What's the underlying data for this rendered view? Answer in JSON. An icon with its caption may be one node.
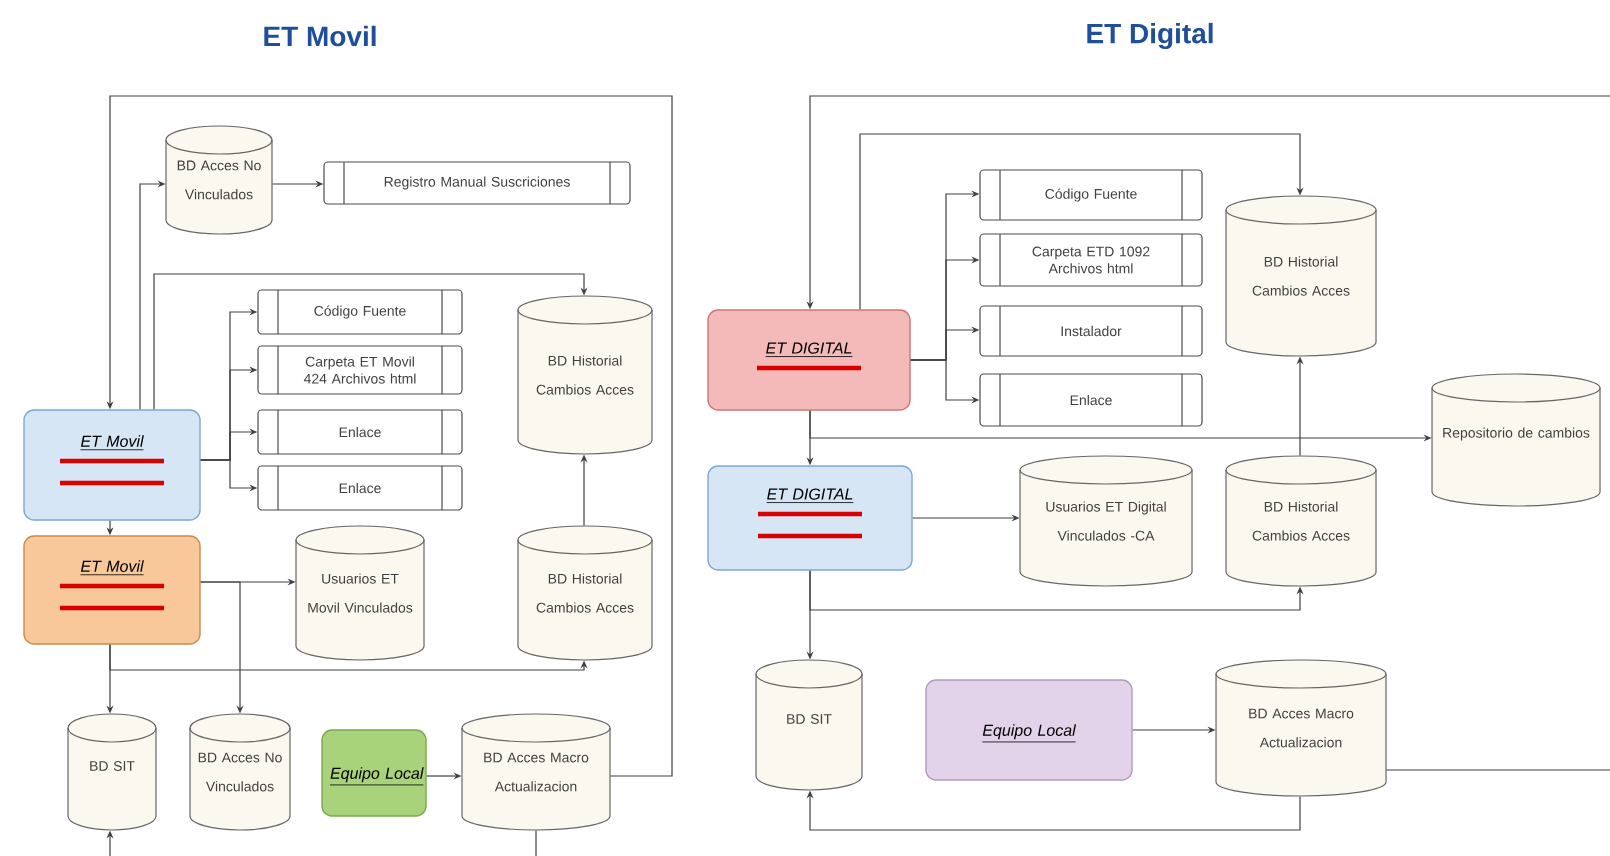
{
  "diagram": {
    "labels": [
      "ET Movil",
      "ET Digital"
    ],
    "nodes": [
      {
        "text": [
          "BD Acces No Vinculados"
        ]
      },
      {
        "text": [
          "Registro Manual Suscriciones"
        ]
      },
      {
        "text": [
          "ET Movil"
        ]
      },
      {
        "text": [
          "Código Fuente"
        ]
      },
      {
        "text": [
          "Carpeta ET Movil 424 Archivos html"
        ]
      },
      {
        "text": [
          "Enlace"
        ]
      },
      {
        "text": [
          "Enlace"
        ]
      },
      {
        "text": [
          "BD Historial Cambios Acces"
        ]
      },
      {
        "text": [
          "ET Movil"
        ]
      },
      {
        "text": [
          "Usuarios ET Movil Vinculados"
        ]
      },
      {
        "text": [
          "BD Historial Cambios Acces"
        ]
      },
      {
        "text": [
          "BD SIT"
        ]
      },
      {
        "text": [
          "BD Acces No Vinculados"
        ]
      },
      {
        "text": [
          "Equipo Local"
        ]
      },
      {
        "text": [
          "BD Acces Macro Actualizacion"
        ]
      },
      {
        "text": [
          "ET DIGITAL"
        ]
      },
      {
        "text": [
          "Código Fuente"
        ]
      },
      {
        "text": [
          "Carpeta ETD 1092 Archivos html"
        ]
      },
      {
        "text": [
          "Instalador"
        ]
      },
      {
        "text": [
          "Enlace"
        ]
      },
      {
        "text": [
          "BD Historial Cambios Acces"
        ]
      },
      {
        "text": [
          "Repositorio de cambios"
        ]
      },
      {
        "text": [
          "ET DIGITAL"
        ]
      },
      {
        "text": [
          "Usuarios ET Digital Vinculados -CA"
        ]
      },
      {
        "text": [
          "BD Historial Cambios Acces"
        ]
      },
      {
        "text": [
          "BD SIT"
        ]
      },
      {
        "text": [
          "Equipo Local"
        ]
      },
      {
        "text": [
          "BD Acces Macro Actualizacion"
        ]
      }
    ],
    "edges": [
      {
        "from": 2,
        "to": 0,
        "arrow": "to"
      },
      {
        "from": 14,
        "to": 2,
        "arrow": "to"
      },
      {
        "from": 0,
        "to": 1,
        "arrow": "to"
      },
      {
        "from": 2,
        "to": 3,
        "arrow": "to"
      },
      {
        "from": 2,
        "to": 4,
        "arrow": "to"
      },
      {
        "from": 2,
        "to": 5,
        "arrow": "to"
      },
      {
        "from": 2,
        "to": 6,
        "arrow": "to"
      },
      {
        "from": 2,
        "to": 7,
        "arrow": "to"
      },
      {
        "from": 10,
        "to": 7,
        "arrow": "to"
      },
      {
        "from": 2,
        "to": 8,
        "arrow": "to"
      },
      {
        "from": 8,
        "to": 9,
        "arrow": "to"
      },
      {
        "from": 8,
        "to": 10,
        "arrow": "to"
      },
      {
        "from": 8,
        "to": 11,
        "arrow": "to"
      },
      {
        "from": 8,
        "to": 12,
        "arrow": "to"
      },
      {
        "from": 13,
        "to": 14,
        "arrow": "to"
      },
      {
        "from": 14,
        "to": null,
        "arrow": "none"
      },
      {
        "from": null,
        "to": 11,
        "arrow": "to"
      },
      {
        "from": 27,
        "to": null,
        "arrow": "none"
      },
      {
        "from": null,
        "to": 15,
        "arrow": "to"
      },
      {
        "from": 15,
        "to": 20,
        "arrow": "to"
      },
      {
        "from": 15,
        "to": 16,
        "arrow": "to"
      },
      {
        "from": 15,
        "to": 17,
        "arrow": "to"
      },
      {
        "from": 15,
        "to": 18,
        "arrow": "to"
      },
      {
        "from": 15,
        "to": 19,
        "arrow": "to"
      },
      {
        "from": 15,
        "to": 22,
        "arrow": "to"
      },
      {
        "from": 15,
        "to": 21,
        "arrow": "to"
      },
      {
        "from": 24,
        "to": 20,
        "arrow": "to"
      },
      {
        "from": 22,
        "to": 23,
        "arrow": "to"
      },
      {
        "from": 22,
        "to": 24,
        "arrow": "to"
      },
      {
        "from": 22,
        "to": 25,
        "arrow": "to"
      },
      {
        "from": 26,
        "to": 27,
        "arrow": "to"
      },
      {
        "from": 27,
        "to": 25,
        "arrow": "to"
      }
    ]
  }
}
